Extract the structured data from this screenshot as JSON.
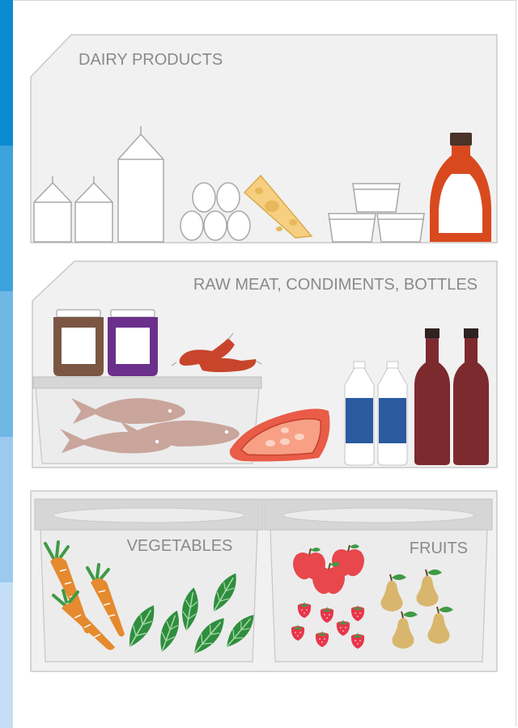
{
  "shelves": {
    "dairy": {
      "title": "DAIRY PRODUCTS"
    },
    "meat": {
      "title": "RAW MEAT, CONDIMENTS, BOTTLES"
    },
    "vegetables": {
      "title": "VEGETABLES"
    },
    "fruits": {
      "title": "FRUITS"
    }
  },
  "icons": {
    "dairy": [
      "milk-carton-small-icon",
      "milk-carton-small-icon",
      "milk-carton-tall-icon",
      "eggs-icon",
      "cheese-icon",
      "yogurt-cups-icon",
      "syrup-bottle-icon"
    ],
    "meat": [
      "jar-brown-icon",
      "jar-purple-icon",
      "sausages-icon",
      "fish-icon",
      "steak-icon",
      "water-bottle-icon",
      "wine-bottle-icon"
    ],
    "crisper": [
      "carrot-icon",
      "spinach-leaf-icon",
      "apple-icon",
      "strawberry-icon",
      "pear-icon"
    ]
  },
  "colors": {
    "shelf_fill": "#f1f1f1",
    "shelf_stroke": "#c9c9c9",
    "label_text": "#8a8a8a",
    "sidebar_blue": [
      "#0c8ad0",
      "#3aa0d8",
      "#6db7e4",
      "#9ccaee",
      "#c0def6"
    ]
  }
}
